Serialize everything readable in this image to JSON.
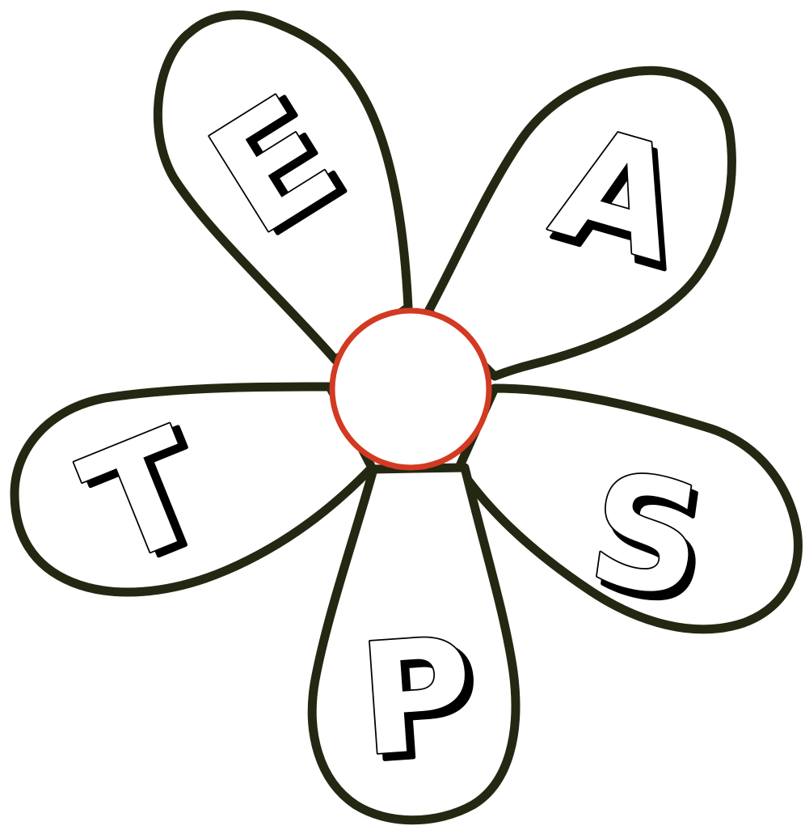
{
  "colors": {
    "petal_outline": "#232812",
    "center_outline": "#d23a22",
    "background": "#ffffff"
  },
  "petals": [
    {
      "id": "upper-left",
      "letter": "E"
    },
    {
      "id": "upper-right",
      "letter": "A"
    },
    {
      "id": "left",
      "letter": "T"
    },
    {
      "id": "right",
      "letter": "S"
    },
    {
      "id": "bottom",
      "letter": "P"
    }
  ]
}
